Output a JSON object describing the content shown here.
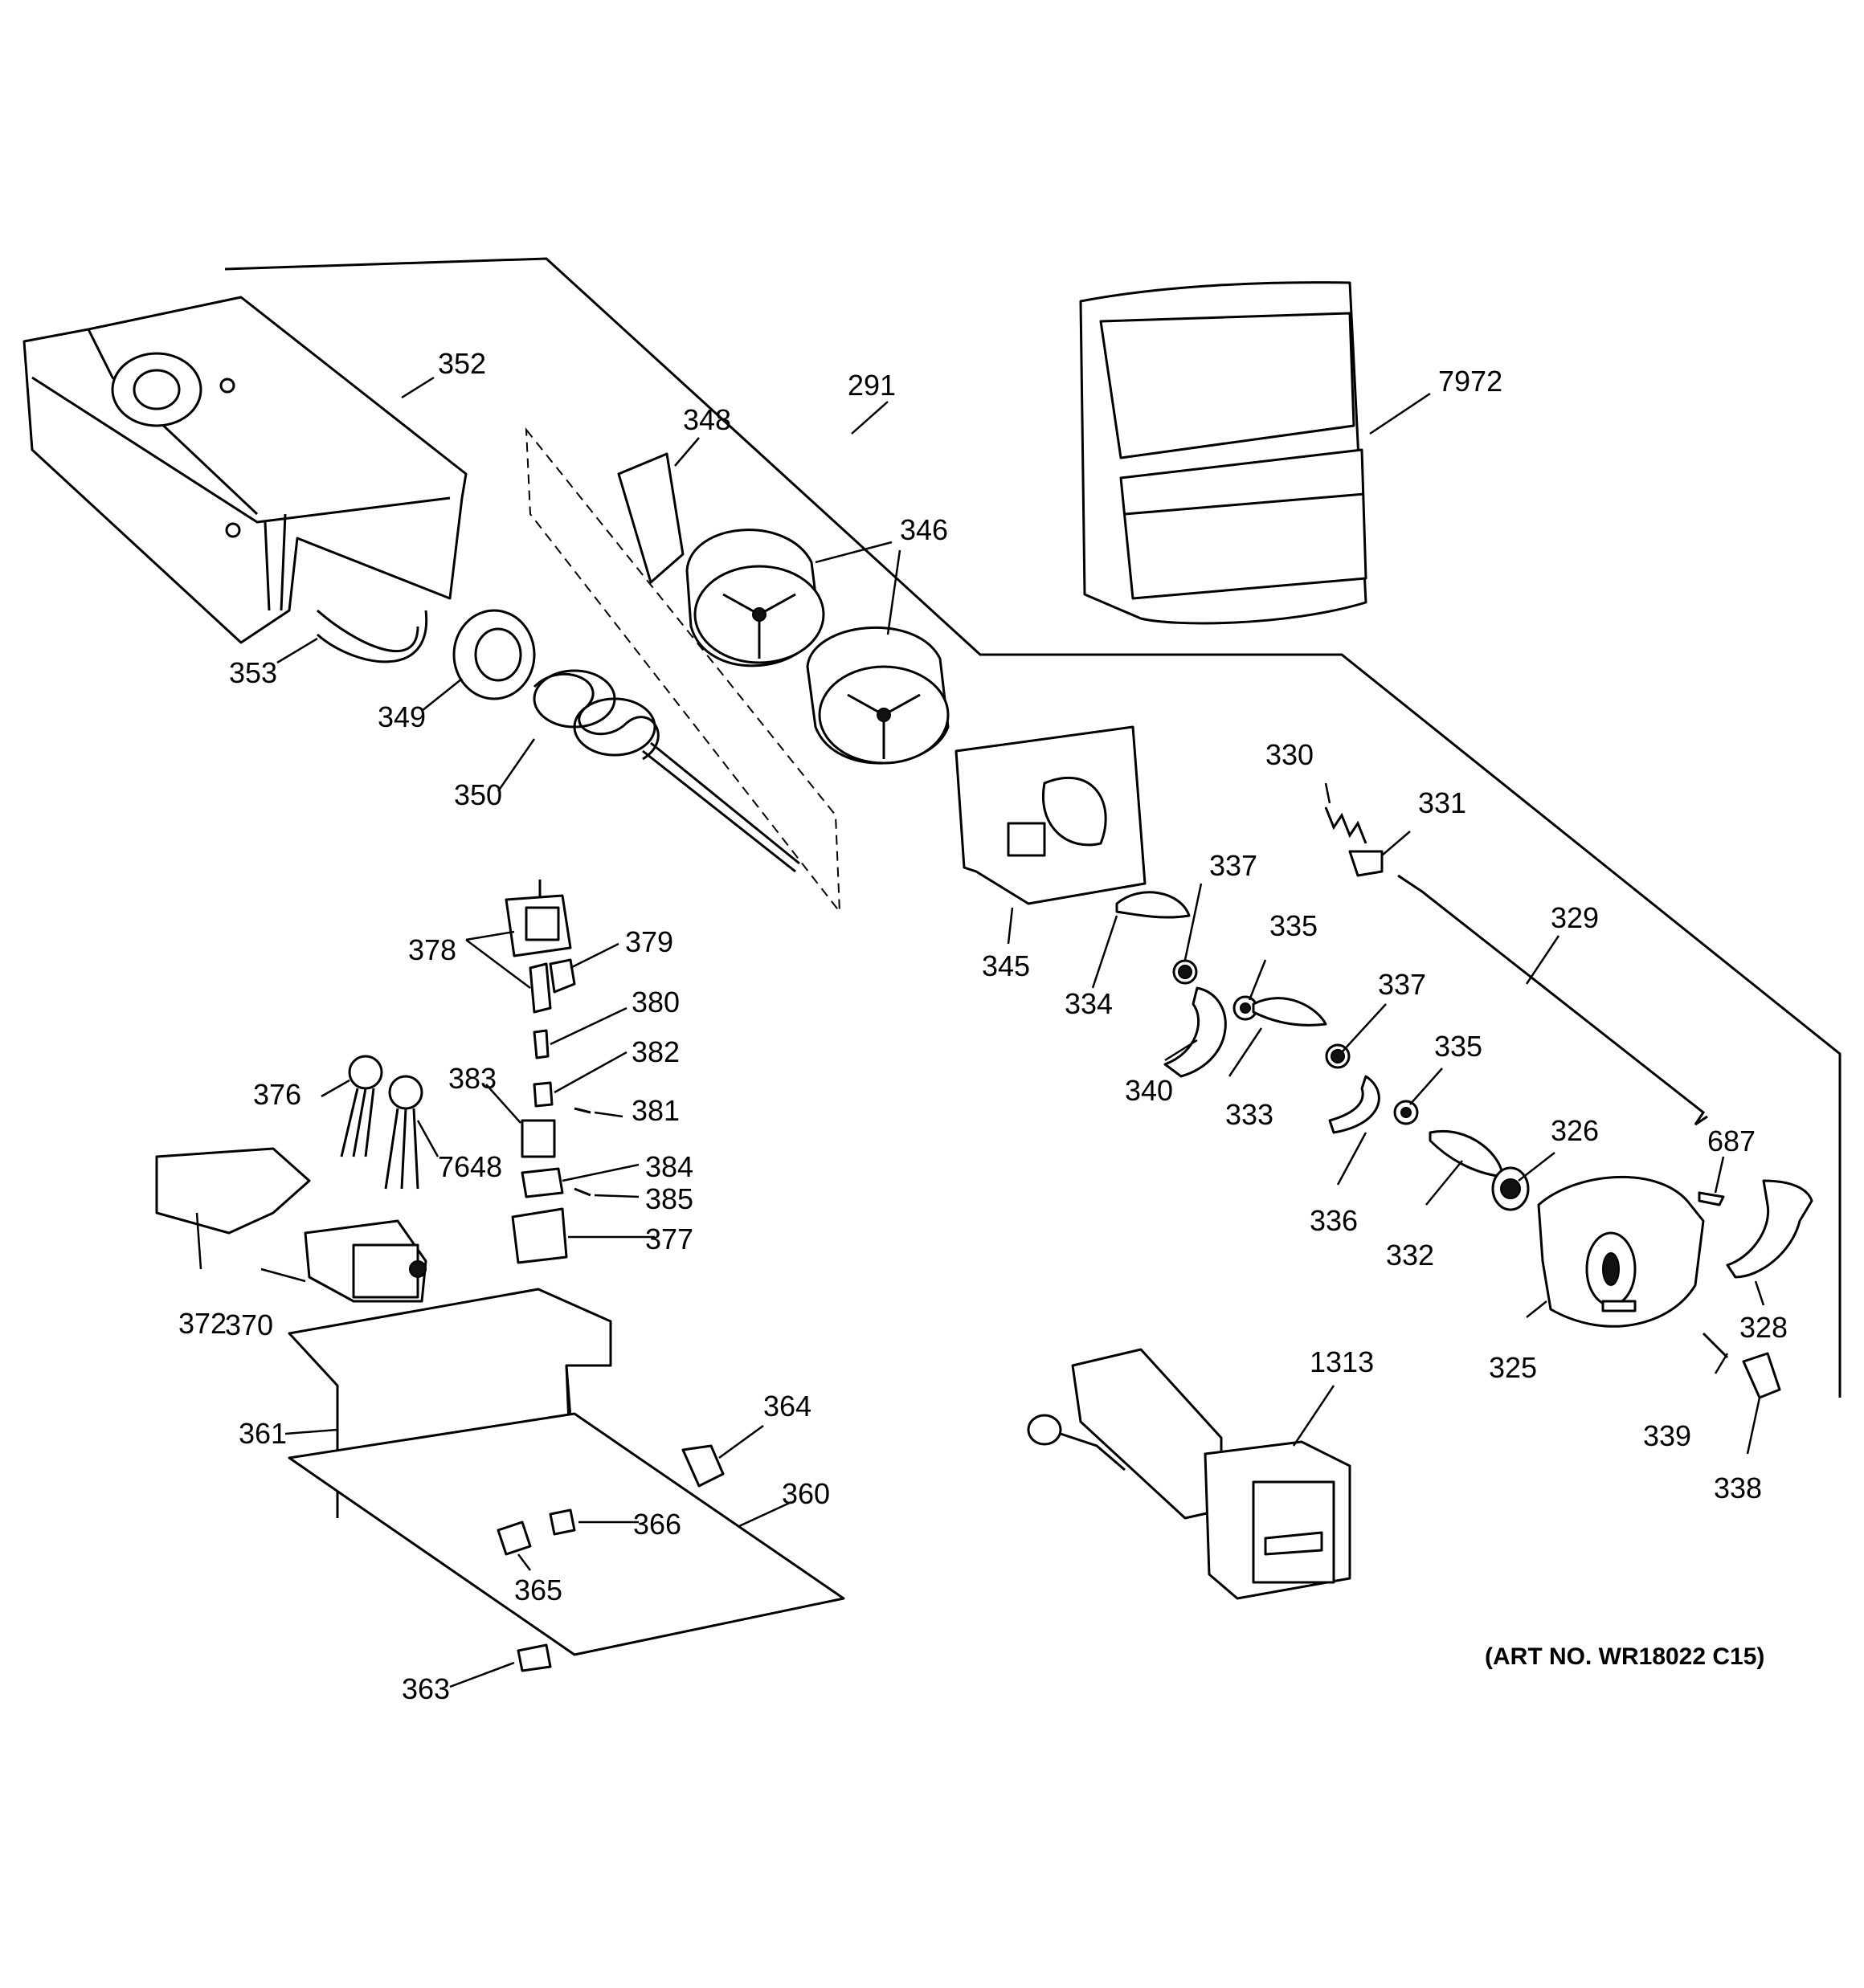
{
  "diagram": {
    "art_number": "(ART NO. WR18022 C15)",
    "parts": {
      "p291": "291",
      "p352": "352",
      "p348": "348",
      "p346": "346",
      "p7972": "7972",
      "p353": "353",
      "p349": "349",
      "p350": "350",
      "p345": "345",
      "p330": "330",
      "p331": "331",
      "p337a": "337",
      "p335a": "335",
      "p334": "334",
      "p340": "340",
      "p333": "333",
      "p337b": "337",
      "p335b": "335",
      "p329": "329",
      "p336": "336",
      "p332": "332",
      "p326": "326",
      "p325": "325",
      "p687": "687",
      "p328": "328",
      "p339": "339",
      "p338": "338",
      "p378": "378",
      "p379": "379",
      "p380": "380",
      "p382": "382",
      "p383": "383",
      "p381": "381",
      "p384": "384",
      "p385": "385",
      "p377": "377",
      "p376": "376",
      "p7648": "7648",
      "p372": "372",
      "p370": "370",
      "p361": "361",
      "p364": "364",
      "p360": "360",
      "p366": "366",
      "p365": "365",
      "p363": "363",
      "p1313": "1313"
    }
  }
}
